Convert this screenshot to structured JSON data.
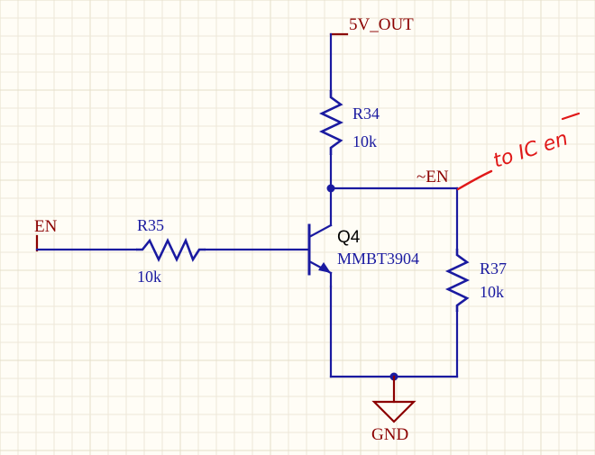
{
  "nets": {
    "supply": "5V_OUT",
    "input": "EN",
    "output": "~EN",
    "ground": "GND"
  },
  "components": {
    "r34": {
      "designator": "R34",
      "value": "10k"
    },
    "r35": {
      "designator": "R35",
      "value": "10k"
    },
    "r37": {
      "designator": "R37",
      "value": "10k"
    },
    "q4": {
      "designator": "Q4",
      "value": "MMBT3904"
    }
  },
  "annotation": {
    "text": "to IC en"
  },
  "colors": {
    "wire": "#1a1aa0",
    "net_label": "#8b0000",
    "ground_symbol": "#8b0000",
    "annotation": "#e01818",
    "background": "#fffdf6"
  }
}
